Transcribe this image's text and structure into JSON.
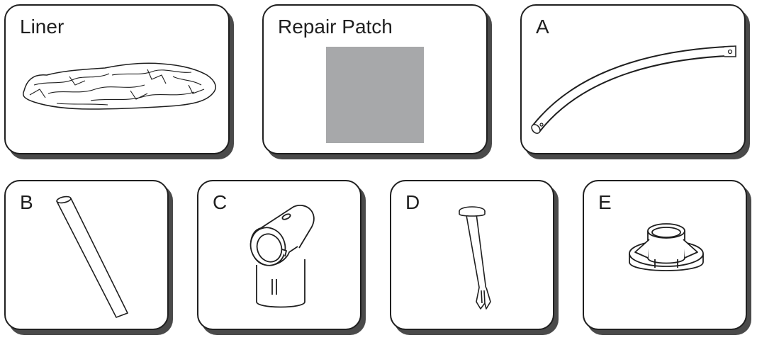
{
  "parts": [
    {
      "label": "Liner",
      "icon": "liner-icon"
    },
    {
      "label": "Repair Patch",
      "icon": "repair-patch-icon",
      "patch_color": "#a7a8aa"
    },
    {
      "label": "A",
      "icon": "curved-pole-icon"
    },
    {
      "label": "B",
      "icon": "straight-pole-icon"
    },
    {
      "label": "C",
      "icon": "t-joint-connector-icon"
    },
    {
      "label": "D",
      "icon": "pin-icon"
    },
    {
      "label": "E",
      "icon": "base-cap-icon"
    }
  ]
}
